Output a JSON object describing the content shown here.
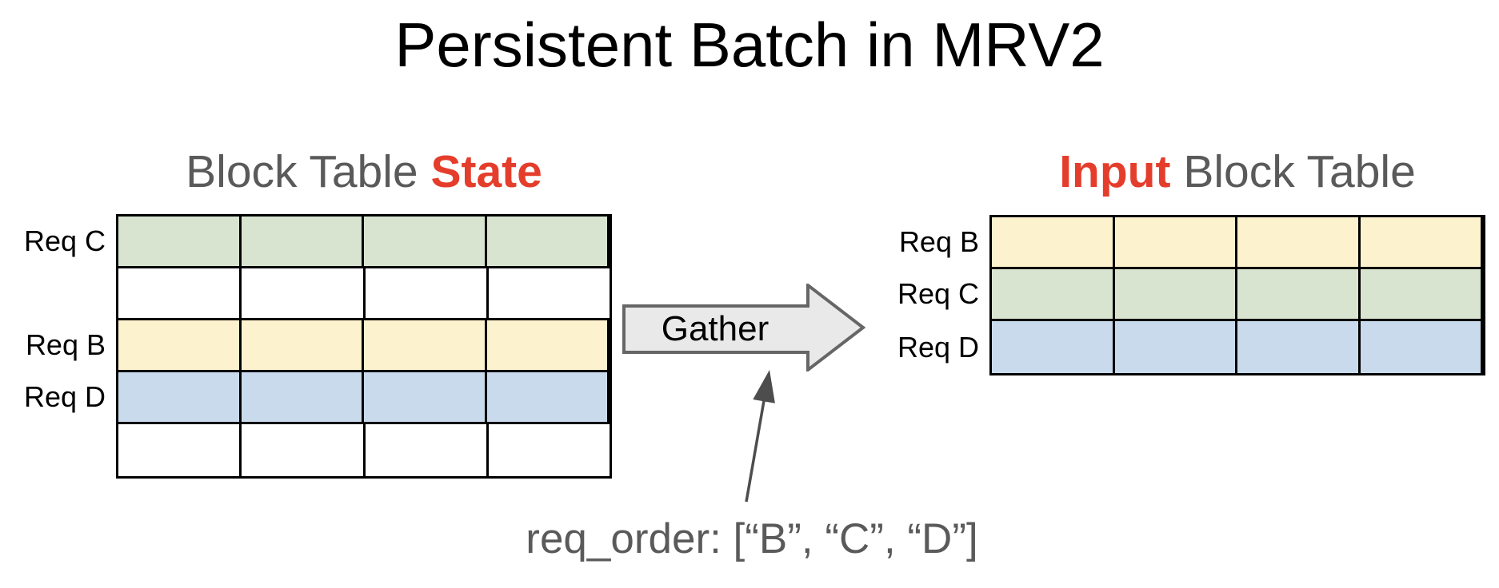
{
  "title": "Persistent Batch in MRV2",
  "colors": {
    "red": "#e53d2c",
    "gray_text": "#5a5a5a",
    "table_border": "#000000",
    "green": "#d8e4d0",
    "yellow": "#fcf2cd",
    "blue": "#c9daec",
    "white": "#ffffff",
    "arrow_fill": "#e9e9e9",
    "arrow_border": "#666666",
    "annotation_arrow": "#4d4d4d"
  },
  "left_table": {
    "title_plain": "Block Table ",
    "title_highlight": "State",
    "columns": 4,
    "rows": [
      {
        "label": "Req C",
        "color": "green"
      },
      {
        "label": "",
        "color": "white"
      },
      {
        "label": "Req B",
        "color": "yellow"
      },
      {
        "label": "Req D",
        "color": "blue"
      },
      {
        "label": "",
        "color": "white"
      }
    ]
  },
  "right_table": {
    "title_highlight": "Input",
    "title_plain": " Block Table",
    "columns": 4,
    "rows": [
      {
        "label": "Req B",
        "color": "yellow"
      },
      {
        "label": "Req C",
        "color": "green"
      },
      {
        "label": "Req D",
        "color": "blue"
      }
    ]
  },
  "gather_arrow": {
    "label": "Gather"
  },
  "annotation": {
    "text": "req_order: [“B”, “C”, “D”]"
  }
}
